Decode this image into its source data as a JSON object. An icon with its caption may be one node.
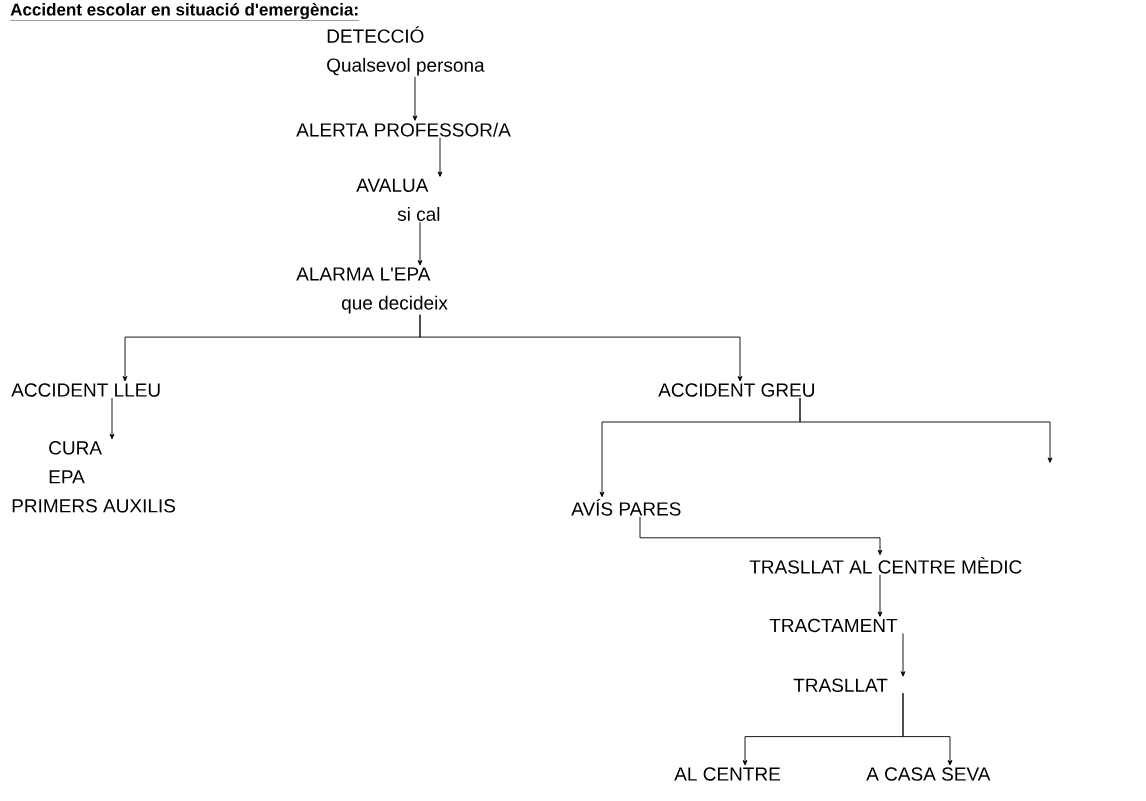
{
  "diagram": {
    "title": "Accident escolar en situació d'emergència:",
    "nodes": [
      {
        "text": [
          "DETECCIÓ",
          "Qualsevol persona"
        ]
      },
      {
        "text": [
          "ALERTA PROFESSOR/A"
        ]
      },
      {
        "text": [
          "AVALUA",
          "si cal"
        ]
      },
      {
        "text": [
          "ALARMA L'EPA",
          "que decideix"
        ]
      },
      {
        "text": [
          "ACCIDENT  LLEU"
        ]
      },
      {
        "text": [
          "CURA",
          "EPA",
          "PRIMERS AUXILIS"
        ]
      },
      {
        "text": [
          "ACCIDENT  GREU"
        ]
      },
      {
        "text": [
          "AVÍS PARES"
        ]
      },
      {
        "text": [
          "TRASLLAT AL CENTRE MÈDIC"
        ]
      },
      {
        "text": [
          "TRACTAMENT"
        ]
      },
      {
        "text": [
          "TRASLLAT"
        ]
      },
      {
        "text": [
          "AL CENTRE"
        ]
      },
      {
        "text": [
          "A CASA SEVA"
        ]
      }
    ],
    "edges": [
      {
        "from": 0,
        "to": 1,
        "arrow": "to"
      },
      {
        "from": 1,
        "to": 2,
        "arrow": "to"
      },
      {
        "from": 2,
        "to": 3,
        "arrow": "to"
      },
      {
        "from": 3,
        "to": 4,
        "arrow": "to"
      },
      {
        "from": 3,
        "to": 6,
        "arrow": "to"
      },
      {
        "from": 4,
        "to": 5,
        "arrow": "to"
      },
      {
        "from": 6,
        "to": 7,
        "arrow": "to"
      },
      {
        "from": 6,
        "to": null,
        "arrow": "to"
      },
      {
        "from": 7,
        "to": 8,
        "arrow": "to"
      },
      {
        "from": 8,
        "to": 9,
        "arrow": "to"
      },
      {
        "from": 9,
        "to": 10,
        "arrow": "to"
      },
      {
        "from": 10,
        "to": 11,
        "arrow": "to"
      },
      {
        "from": 10,
        "to": 12,
        "arrow": "to"
      }
    ]
  }
}
